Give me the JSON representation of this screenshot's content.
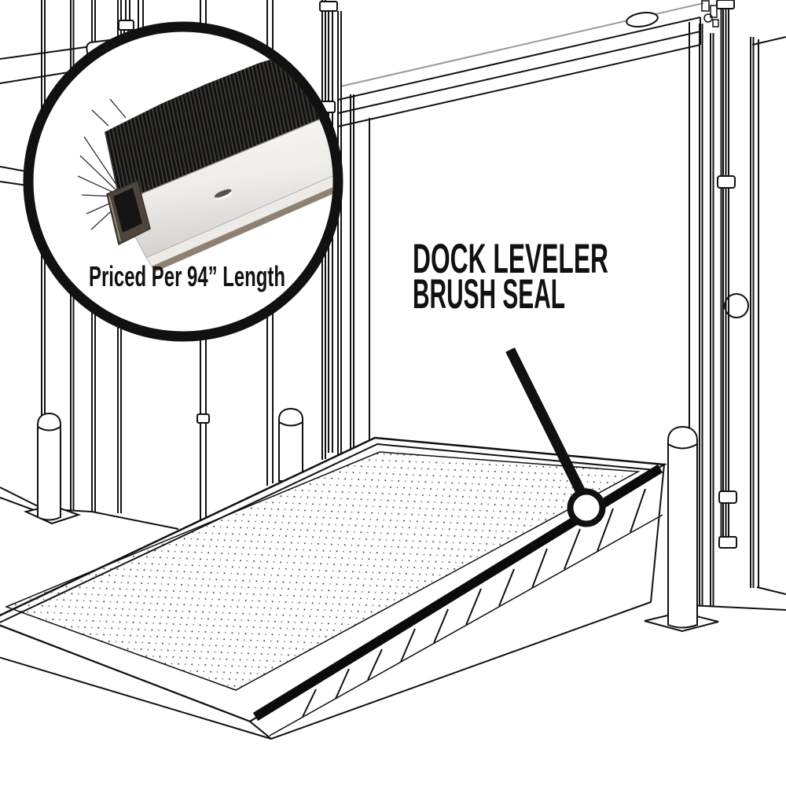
{
  "annotation": {
    "line1": "DOCK LEVELER",
    "line2": "BRUSH SEAL"
  },
  "inset": {
    "caption": "Priced Per 94” Length"
  },
  "theme": {
    "background": "#ffffff",
    "line": "#111111",
    "muted_line": "#999999",
    "text": "#111111",
    "bristle": "#22211f",
    "channel": "#4e463c",
    "flange_edge": "#8f8172",
    "seal_band": "#0b0b0b"
  }
}
